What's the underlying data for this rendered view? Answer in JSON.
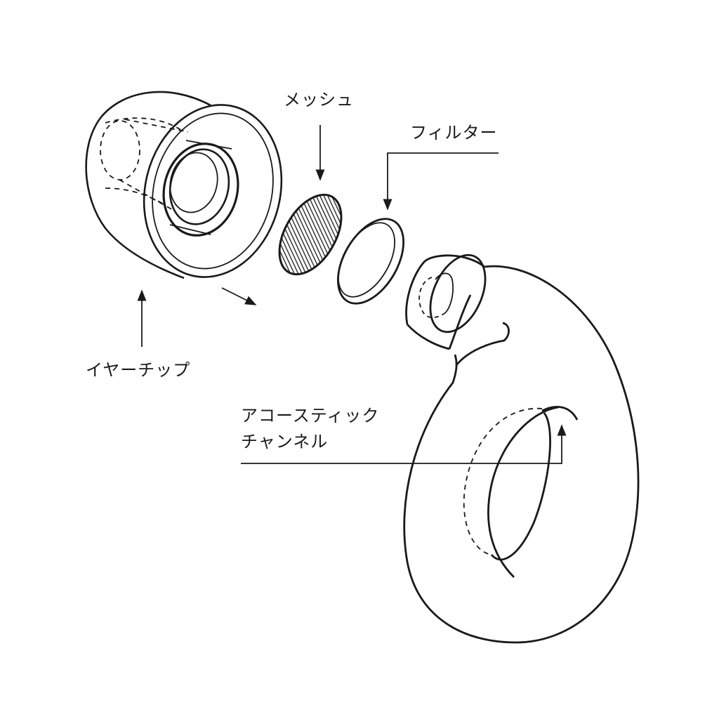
{
  "diagram": {
    "labels": {
      "mesh": "メッシュ",
      "filter": "フィルター",
      "eartip": "イヤーチップ",
      "acoustic_channel_line1": "アコースティック",
      "acoustic_channel_line2": "チャンネル"
    },
    "colors": {
      "line": "#1a1a1a",
      "background": "#ffffff"
    }
  }
}
